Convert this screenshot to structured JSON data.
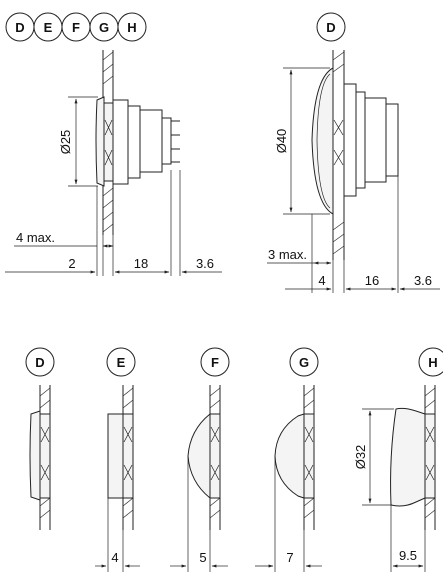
{
  "top_left": {
    "variants": [
      "D",
      "E",
      "F",
      "G",
      "H"
    ],
    "diameter": "Ø25",
    "dims": {
      "max_label": "4 max.",
      "a": "2",
      "b": "18",
      "c": "3.6"
    }
  },
  "top_right": {
    "variant": "D",
    "diameter": "Ø40",
    "dims": {
      "max_label": "3 max.",
      "a": "4",
      "b": "16",
      "c": "3.6"
    }
  },
  "bottom": {
    "items": [
      {
        "variant": "D",
        "dim": ""
      },
      {
        "variant": "E",
        "dim": "4"
      },
      {
        "variant": "F",
        "dim": "5"
      },
      {
        "variant": "G",
        "dim": "7"
      },
      {
        "variant": "H",
        "dim": "9.5",
        "diameter": "Ø32"
      }
    ]
  }
}
